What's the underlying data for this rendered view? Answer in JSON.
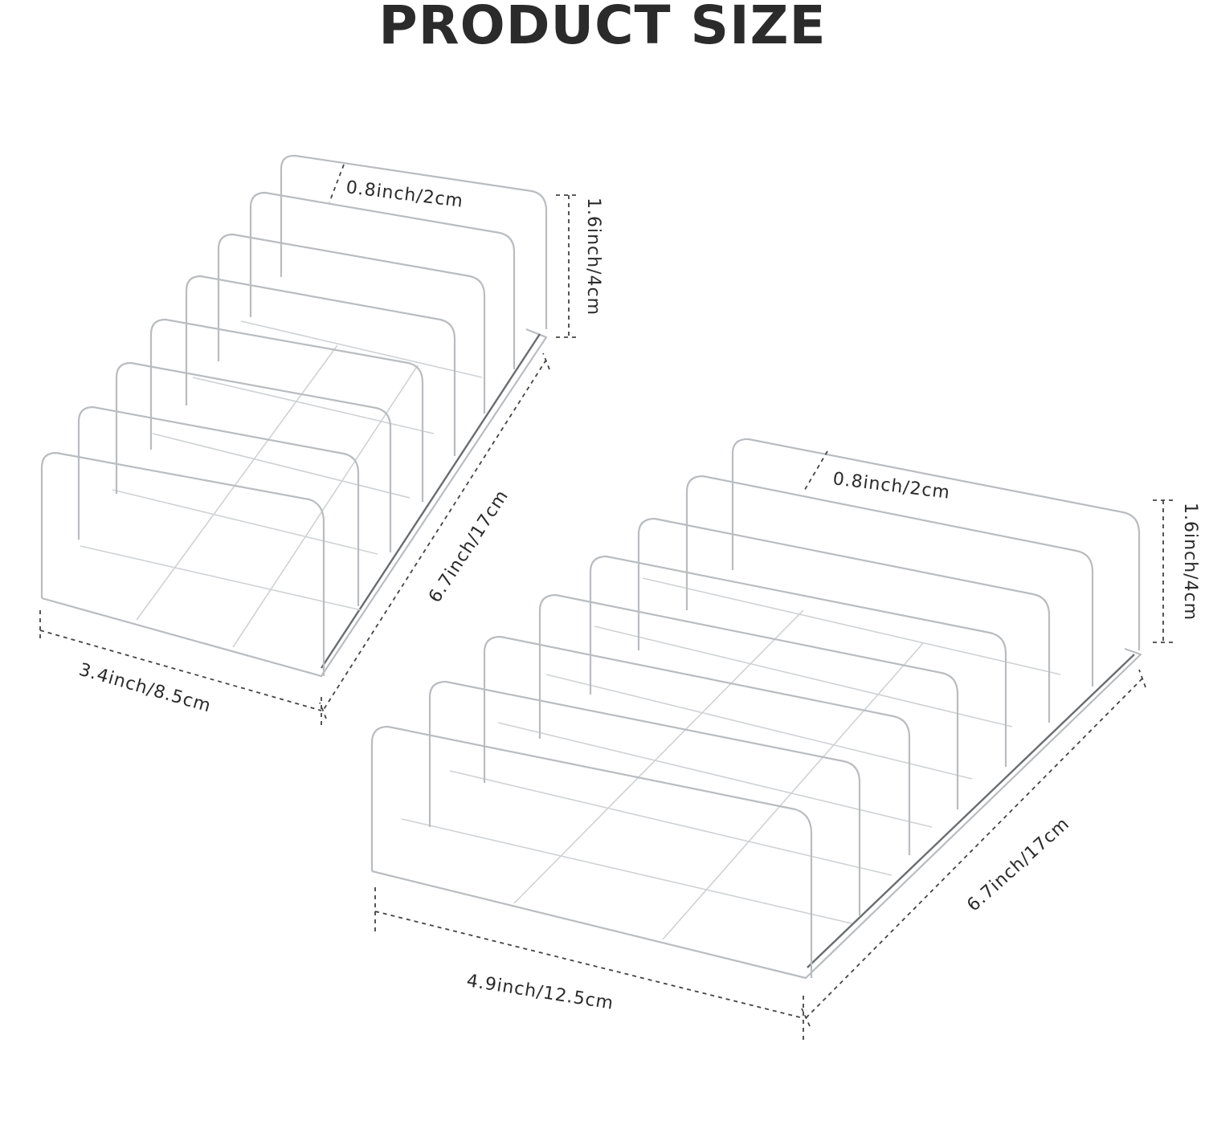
{
  "title": "PRODUCT SIZE",
  "small_organizer": {
    "slot_width": "0.8inch/2cm",
    "height": "1.6inch/4cm",
    "length": "6.7inch/17cm",
    "width": "3.4inch/8.5cm"
  },
  "large_organizer": {
    "slot_width": "0.8inch/2cm",
    "height": "1.6inch/4cm",
    "length": "6.7inch/17cm",
    "width": "4.9inch/12.5cm"
  },
  "colors": {
    "title": "#2b2b2b",
    "acrylic_edge": "#b9bcc0",
    "dimension_line": "#444444"
  }
}
